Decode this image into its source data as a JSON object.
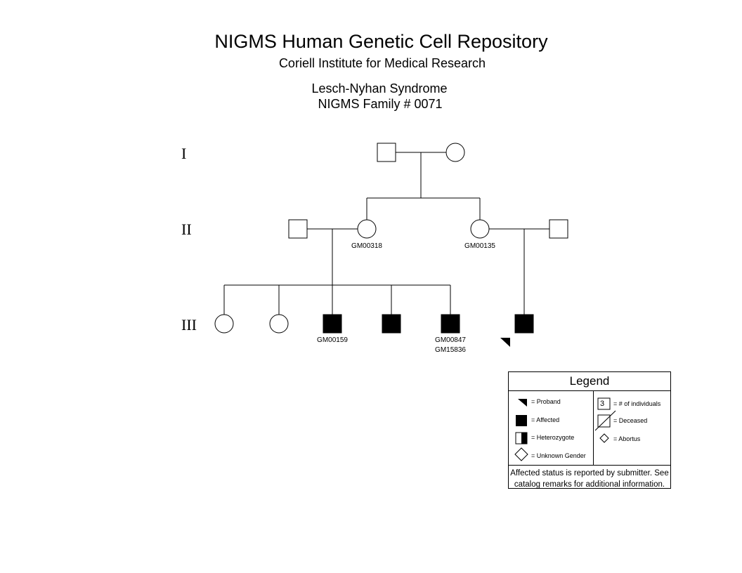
{
  "header": {
    "title": "NIGMS Human Genetic Cell Repository",
    "subtitle": "Coriell Institute for Medical Research",
    "disease": "Lesch-Nyhan Syndrome",
    "family": "NIGMS Family # 0071"
  },
  "generations": [
    "I",
    "II",
    "III"
  ],
  "pedigree": {
    "gen2_left_female_id": "GM00318",
    "gen2_right_female_id": "GM00135",
    "gen3_male_a_id": "GM00159",
    "gen3_male_c_ids": [
      "GM00847",
      "GM15836"
    ]
  },
  "legend": {
    "title": "Legend",
    "proband": "= Proband",
    "affected": "= Affected",
    "heterozygote": "= Heterozygote",
    "unknown_gender": "= Unknown Gender",
    "num_label": "3",
    "num_individuals": "= # of individuals",
    "deceased": "= Deceased",
    "abortus": "= Abortus",
    "note_line1": "Affected status is reported by submitter. See",
    "note_line2": "catalog remarks for additional information."
  }
}
